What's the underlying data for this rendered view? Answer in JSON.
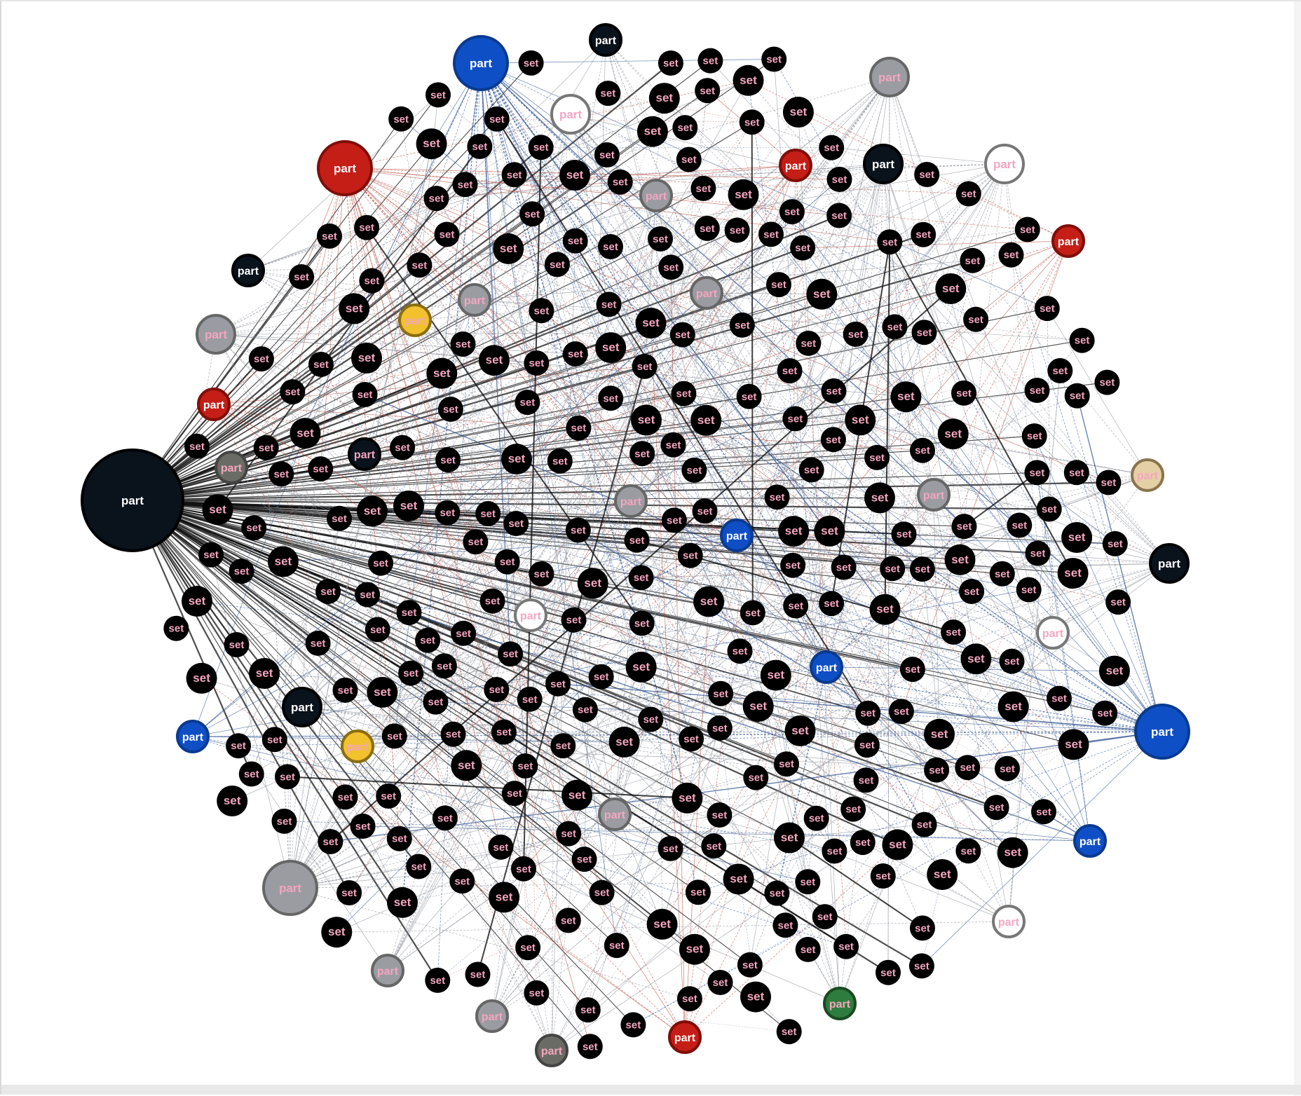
{
  "graph": {
    "labels": {
      "part": "part",
      "set": "set"
    },
    "colors": {
      "background": "#ffffff",
      "set_fill": "#000000",
      "set_label": "#f4a6c0",
      "part_label_light": "#ffffff",
      "part_label_pink": "#f4a6c0",
      "edge_gray": "#8a8f98",
      "edge_blue": "#2a4f8f",
      "edge_red": "#b5473a",
      "edge_black": "#111111"
    },
    "part_nodes": [
      {
        "id": "p-hub",
        "color": "#0a121c",
        "stroke": "#000000",
        "label_color": "#ffffff",
        "size": "hub"
      },
      {
        "id": "p-blue-top",
        "color": "#0f4fc6",
        "stroke": "#0a3a8f",
        "label_color": "#ffffff",
        "size": "large"
      },
      {
        "id": "p-navy-top",
        "color": "#0a121c",
        "stroke": "#000000",
        "label_color": "#ffffff",
        "size": "small"
      },
      {
        "id": "p-white-top",
        "color": "#ffffff",
        "stroke": "#777777",
        "label_color": "#f4a6c0",
        "size": "medium"
      },
      {
        "id": "p-gray-topright",
        "color": "#9a9ca1",
        "stroke": "#666666",
        "label_color": "#f4a6c0",
        "size": "medium"
      },
      {
        "id": "p-red-topleft",
        "color": "#c41e16",
        "stroke": "#7f0e08",
        "label_color": "#ffffff",
        "size": "large"
      },
      {
        "id": "p-red-top",
        "color": "#c41e16",
        "stroke": "#7f0e08",
        "label_color": "#ffffff",
        "size": "small"
      },
      {
        "id": "p-navy-topright",
        "color": "#0a121c",
        "stroke": "#000000",
        "label_color": "#ffffff",
        "size": "medium"
      },
      {
        "id": "p-white-topright",
        "color": "#ffffff",
        "stroke": "#777777",
        "label_color": "#f4a6c0",
        "size": "medium"
      },
      {
        "id": "p-gray-top",
        "color": "#9a9ca1",
        "stroke": "#666666",
        "label_color": "#f4a6c0",
        "size": "small"
      },
      {
        "id": "p-red-right",
        "color": "#c41e16",
        "stroke": "#7f0e08",
        "label_color": "#ffffff",
        "size": "small"
      },
      {
        "id": "p-navy-left",
        "color": "#0a121c",
        "stroke": "#000000",
        "label_color": "#ffffff",
        "size": "small"
      },
      {
        "id": "p-gray-left",
        "color": "#9a9ca1",
        "stroke": "#666666",
        "label_color": "#f4a6c0",
        "size": "medium"
      },
      {
        "id": "p-gray-center-top",
        "color": "#9a9ca1",
        "stroke": "#666666",
        "label_color": "#f4a6c0",
        "size": "small"
      },
      {
        "id": "p-yellow-top",
        "color": "#f2c12e",
        "stroke": "#8a6d10",
        "label_color": "#f4a6c0",
        "size": "small"
      },
      {
        "id": "p-gray-mid-top",
        "color": "#9a9ca1",
        "stroke": "#666666",
        "label_color": "#f4a6c0",
        "size": "small"
      },
      {
        "id": "p-red-left",
        "color": "#c41e16",
        "stroke": "#7f0e08",
        "label_color": "#ffffff",
        "size": "small"
      },
      {
        "id": "p-darkgray-left",
        "color": "#6b6b66",
        "stroke": "#444444",
        "label_color": "#f4a6c0",
        "size": "small"
      },
      {
        "id": "p-navy-mid-left",
        "color": "#0a121c",
        "stroke": "#000000",
        "label_color": "#f4a6c0",
        "size": "small"
      },
      {
        "id": "p-beige-right",
        "color": "#e5cfa5",
        "stroke": "#8a7550",
        "label_color": "#f4a6c0",
        "size": "small"
      },
      {
        "id": "p-gray-center",
        "color": "#9a9ca1",
        "stroke": "#666666",
        "label_color": "#f4a6c0",
        "size": "small"
      },
      {
        "id": "p-gray-right",
        "color": "#9a9ca1",
        "stroke": "#666666",
        "label_color": "#f4a6c0",
        "size": "small"
      },
      {
        "id": "p-blue-center",
        "color": "#0f4fc6",
        "stroke": "#0a3a8f",
        "label_color": "#ffffff",
        "size": "small"
      },
      {
        "id": "p-navy-right",
        "color": "#0a121c",
        "stroke": "#000000",
        "label_color": "#ffffff",
        "size": "medium"
      },
      {
        "id": "p-white-center",
        "color": "#ffffff",
        "stroke": "#777777",
        "label_color": "#f4a6c0",
        "size": "small"
      },
      {
        "id": "p-white-right",
        "color": "#ffffff",
        "stroke": "#777777",
        "label_color": "#f4a6c0",
        "size": "small"
      },
      {
        "id": "p-blue-mid",
        "color": "#0f4fc6",
        "stroke": "#0a3a8f",
        "label_color": "#ffffff",
        "size": "small"
      },
      {
        "id": "p-blue-right",
        "color": "#0f4fc6",
        "stroke": "#0a3a8f",
        "label_color": "#ffffff",
        "size": "large"
      },
      {
        "id": "p-navy-lower-left",
        "color": "#0a121c",
        "stroke": "#000000",
        "label_color": "#ffffff",
        "size": "medium"
      },
      {
        "id": "p-blue-left",
        "color": "#0f4fc6",
        "stroke": "#0a3a8f",
        "label_color": "#ffffff",
        "size": "small"
      },
      {
        "id": "p-yellow-left",
        "color": "#f2c12e",
        "stroke": "#8a6d10",
        "label_color": "#f4a6c0",
        "size": "small"
      },
      {
        "id": "p-gray-lower-center",
        "color": "#9a9ca1",
        "stroke": "#666666",
        "label_color": "#f4a6c0",
        "size": "small"
      },
      {
        "id": "p-blue-lower-right",
        "color": "#0f4fc6",
        "stroke": "#0a3a8f",
        "label_color": "#ffffff",
        "size": "small"
      },
      {
        "id": "p-gray-bottom-left",
        "color": "#9a9ca1",
        "stroke": "#666666",
        "label_color": "#f4a6c0",
        "size": "large"
      },
      {
        "id": "p-white-bottom-right",
        "color": "#ffffff",
        "stroke": "#777777",
        "label_color": "#f4a6c0",
        "size": "small"
      },
      {
        "id": "p-gray-bottom-1",
        "color": "#9a9ca1",
        "stroke": "#666666",
        "label_color": "#f4a6c0",
        "size": "small"
      },
      {
        "id": "p-gray-bottom-2",
        "color": "#9a9ca1",
        "stroke": "#666666",
        "label_color": "#f4a6c0",
        "size": "small"
      },
      {
        "id": "p-darkgray-bottom",
        "color": "#6b6b66",
        "stroke": "#444444",
        "label_color": "#f4a6c0",
        "size": "small"
      },
      {
        "id": "p-red-bottom",
        "color": "#c41e16",
        "stroke": "#7f0e08",
        "label_color": "#ffffff",
        "size": "small"
      },
      {
        "id": "p-green-bottom",
        "color": "#2e7d3e",
        "stroke": "#1a4a22",
        "label_color": "#f4a6c0",
        "size": "small"
      }
    ],
    "set_node_count": 300,
    "edge_count": 700
  }
}
